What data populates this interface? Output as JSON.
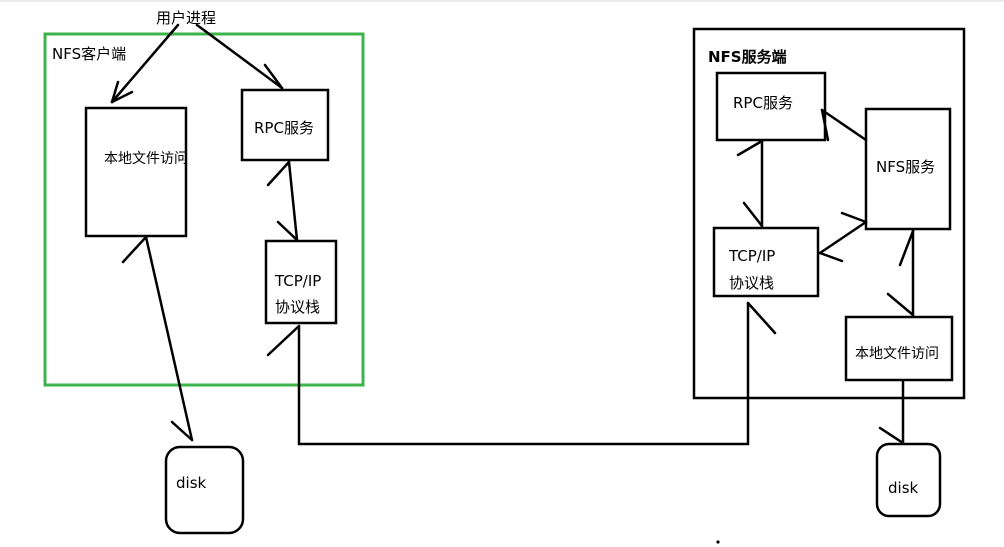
{
  "top_label": "用户进程",
  "client": {
    "title": "NFS客户端",
    "local_access": "本地文件访问",
    "rpc": "RPC服务",
    "tcp_line1": "TCP/IP",
    "tcp_line2": "协议栈",
    "disk": "disk",
    "border_color": "#3cb44b"
  },
  "server": {
    "title": "NFS服务端",
    "rpc": "RPC服务",
    "nfs": "NFS服务",
    "tcp_line1": "TCP/IP",
    "tcp_line2": "协议栈",
    "local_access": "本地文件访问",
    "disk": "disk",
    "border_color": "#000000"
  }
}
